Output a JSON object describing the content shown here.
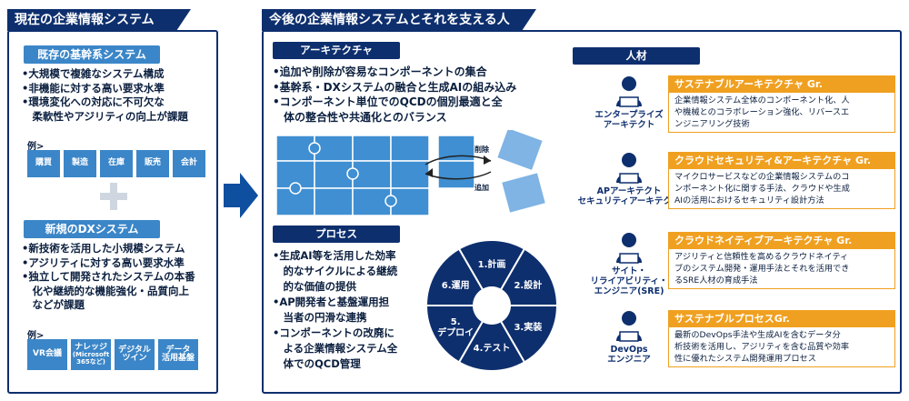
{
  "left": {
    "title": "現在の企業情報システム",
    "existing": {
      "title": "既存の基幹系システム",
      "bullets": [
        "•大規模で複雑なシステム構成",
        "•非機能に対する高い要求水準",
        "•環境変化への対応に不可欠な",
        "　柔軟性やアジリティの向上が課題"
      ],
      "ex_label": "例>",
      "examples": [
        "購買",
        "製造",
        "在庫",
        "販売",
        "会計"
      ]
    },
    "plus": "+",
    "dx": {
      "title": "新規のDXシステム",
      "bullets": [
        "•新技術を活用した小規模システム",
        "•アジリティに対する高い要求水準",
        "•独立して開発されたシステムの本番",
        "　化や継続的な機能強化・品質向上",
        "　などが課題"
      ],
      "ex_label": "例>",
      "examples": [
        "VR会議",
        "ナレッジ",
        "(Microsoft 365など)",
        "デジタル\nツイン",
        "データ\n活用基盤"
      ]
    }
  },
  "right": {
    "title": "今後の企業情報システムとそれを支える人材",
    "arch": {
      "title": "アーキテクチャ",
      "bullets": [
        "•追加や削除が容易なコンポーネントの集合",
        "•基幹系・DXシステムの融合と生成AIの組み込み",
        "•コンポーネント単位でのQCDの個別最適と全",
        "　体の整合性や共通化とのバランス"
      ],
      "remove": "削除",
      "add": "追加"
    },
    "process": {
      "title": "プロセス",
      "bullets": [
        "•生成AI等を活用した効率",
        "　的なサイクルによる継続",
        "　的な価値の提供",
        "•AP開発者と基盤運用担",
        "　当者の円滑な連携",
        "•コンポーネントの改廃に",
        "　よる企業情報システム全",
        "　体でのQCD管理"
      ],
      "cycle": [
        "1.計画",
        "2.設計",
        "3.実装",
        "4.テスト",
        "5.\nデプロイ",
        "6.運用"
      ]
    },
    "people": {
      "title": "人材",
      "roles": [
        {
          "name": "エンタープライズ\nアーキテクト",
          "group": "サステナブルアーキテクチャ Gr.",
          "desc": [
            "企業情報システム全体のコンポーネント化、人",
            "や機械とのコラボレーション強化、リバースエ",
            "ンジニアリング技術"
          ]
        },
        {
          "name": "APアーキテクト\nセキュリティアーキテクト",
          "group": "クラウドセキュリティ&アーキテクチャ Gr.",
          "desc": [
            "マイクロサービスなどの企業情報システムのコ",
            "ンポーネント化に関する手法、クラウドや生成",
            "AIの活用におけるセキュリティ設計方法"
          ]
        },
        {
          "name": "サイト・\nリライアビリティ・\nエンジニア(SRE)",
          "group": "クラウドネイティブアーキテクチャ Gr.",
          "desc": [
            "アジリティと信頼性を高めるクラウドネイティ",
            "ブのシステム開発・運用手法とそれを活用でき",
            "るSRE人材の育成手法"
          ]
        },
        {
          "name": "DevOps\nエンジニア",
          "group": "サステナブルプロセスGr.",
          "desc": [
            "最新のDevOps手法や生成AIを含むデータ分",
            "析技術を活用し、アジリティを含む品質や効率",
            "性に優れたシステム開発運用プロセス"
          ]
        }
      ]
    }
  }
}
